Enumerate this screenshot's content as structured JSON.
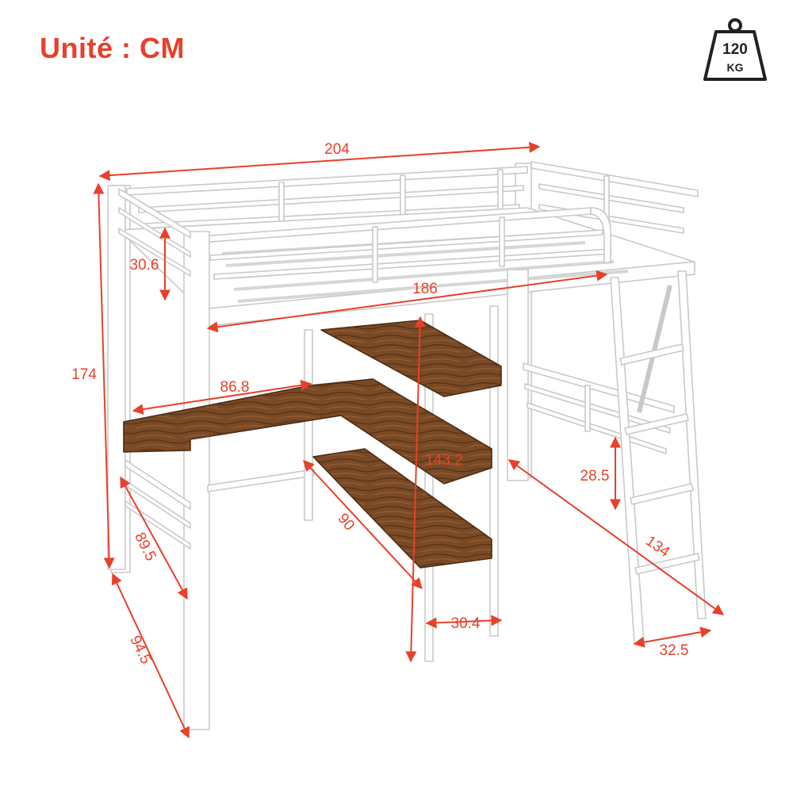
{
  "unit_label": "Unité : CM",
  "weight_badge": {
    "value": "120",
    "unit": "KG",
    "icon": "weight-icon"
  },
  "colors": {
    "dimension": "#e8402a",
    "frame": "#ffffff",
    "frame_edge": "#cfcfcf",
    "wood": "#7a4a26"
  },
  "dimensions": {
    "bed_length": "204",
    "rail_height": "30.6",
    "inner_length": "186",
    "total_height": "174",
    "desk_length": "86.8",
    "under_height": "143.2",
    "step_spacing": "28.5",
    "shelf_depth": "90",
    "ladder_length": "134",
    "desk_depth": "89.5",
    "bed_width": "94.5",
    "shelf_width": "30.4",
    "ladder_width": "32.5"
  }
}
